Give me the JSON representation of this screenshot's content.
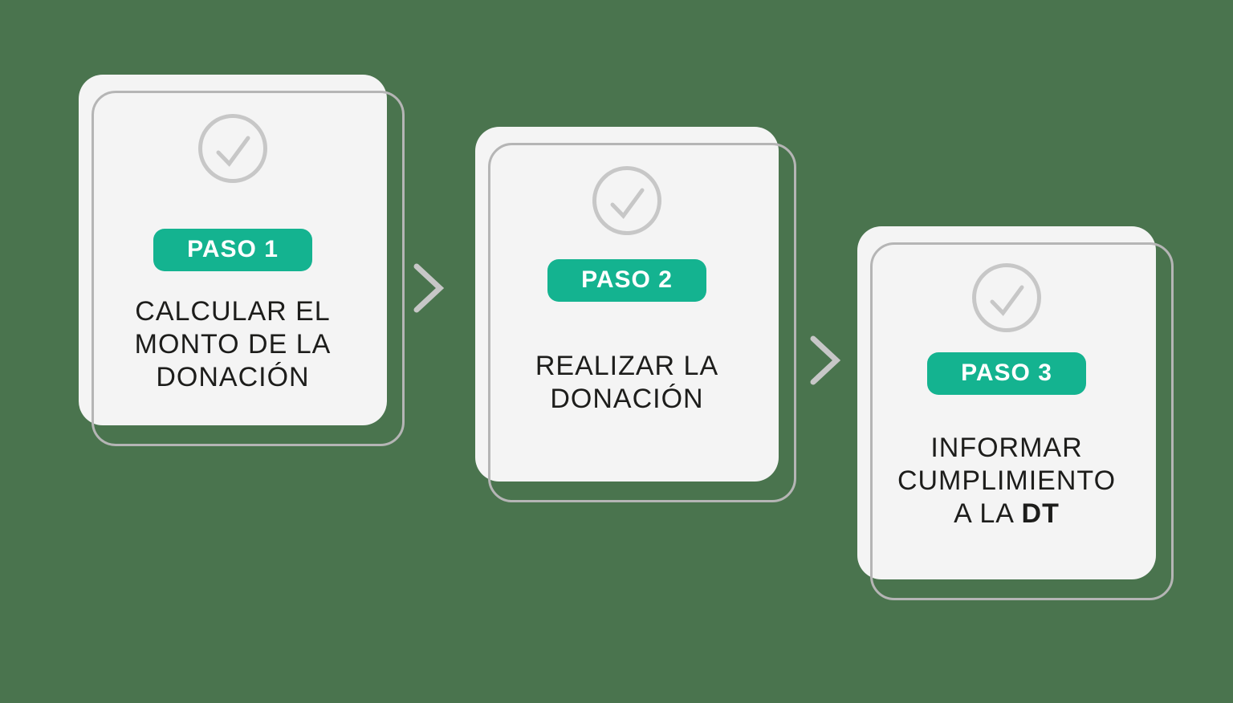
{
  "colors": {
    "background": "#4a744e",
    "card": "#f4f4f4",
    "badge": "#14b390",
    "badge_text": "#ffffff",
    "title_text": "#1d1d1b",
    "icon_gray": "#c7c7c7",
    "shadow_outline": "#b5b5b5"
  },
  "icons": {
    "step_status": "check-circle-icon",
    "connector": "chevron-right-icon"
  },
  "steps": [
    {
      "badge": "PASO 1",
      "lines": [
        "CALCULAR EL",
        "MONTO DE LA",
        "DONACIÓN"
      ]
    },
    {
      "badge": "PASO 2",
      "lines": [
        "REALIZAR LA",
        "DONACIÓN"
      ]
    },
    {
      "badge": "PASO 3",
      "lines": [
        "INFORMAR",
        "CUMPLIMIENTO"
      ],
      "last_line_prefix": "A LA ",
      "last_line_bold": "DT"
    }
  ]
}
